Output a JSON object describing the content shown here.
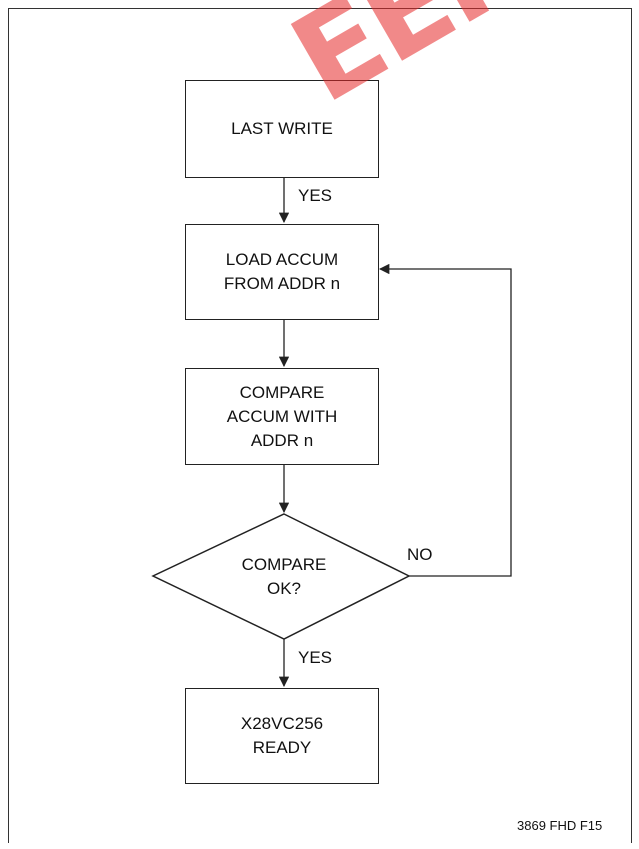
{
  "boxes": {
    "last_write": "LAST WRITE",
    "load_accum": [
      "LOAD ACCUM",
      "FROM ADDR n"
    ],
    "compare_accum": [
      "COMPARE",
      "ACCUM WITH",
      "ADDR n"
    ],
    "ready": [
      "X28VC256",
      "READY"
    ]
  },
  "decision": [
    "COMPARE",
    "OK?"
  ],
  "labels": {
    "yes_top": "YES",
    "no": "NO",
    "yes_bottom": "YES"
  },
  "figure_id": "3869 FHD F15",
  "watermark": "EEPW",
  "colors": {
    "line": "#222222",
    "watermark": "#e62828"
  }
}
